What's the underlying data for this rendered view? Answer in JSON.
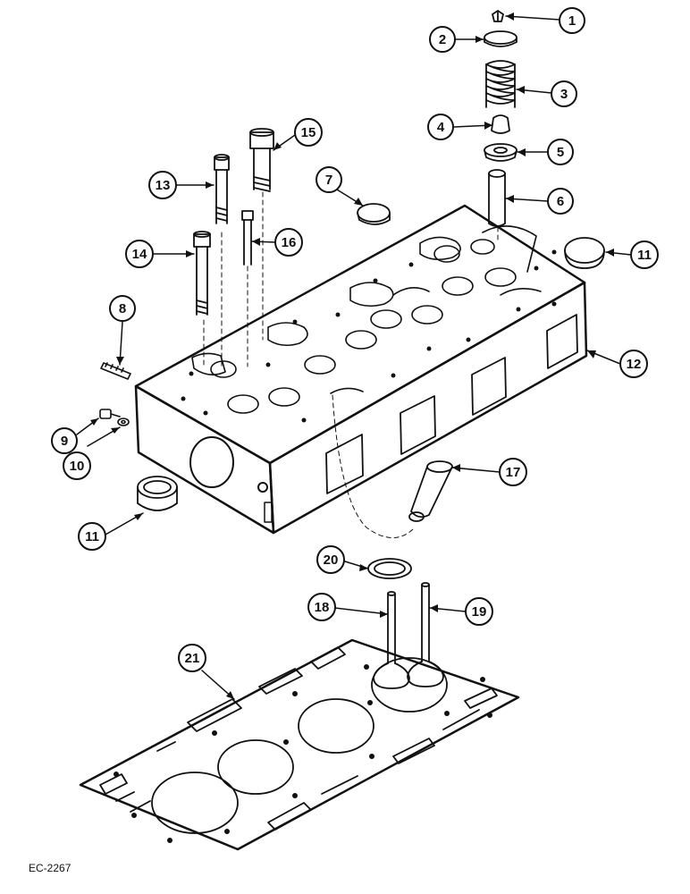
{
  "figure_reference": "EC-2267",
  "callouts": [
    {
      "id": "c1",
      "label": "1"
    },
    {
      "id": "c2",
      "label": "2"
    },
    {
      "id": "c3",
      "label": "3"
    },
    {
      "id": "c4",
      "label": "4"
    },
    {
      "id": "c5",
      "label": "5"
    },
    {
      "id": "c6",
      "label": "6"
    },
    {
      "id": "c7",
      "label": "7"
    },
    {
      "id": "c8",
      "label": "8"
    },
    {
      "id": "c9",
      "label": "9"
    },
    {
      "id": "c10",
      "label": "10"
    },
    {
      "id": "c11a",
      "label": "11"
    },
    {
      "id": "c11b",
      "label": "11"
    },
    {
      "id": "c12",
      "label": "12"
    },
    {
      "id": "c13",
      "label": "13"
    },
    {
      "id": "c14",
      "label": "14"
    },
    {
      "id": "c15",
      "label": "15"
    },
    {
      "id": "c16",
      "label": "16"
    },
    {
      "id": "c17",
      "label": "17"
    },
    {
      "id": "c18",
      "label": "18"
    },
    {
      "id": "c19",
      "label": "19"
    },
    {
      "id": "c20",
      "label": "20"
    },
    {
      "id": "c21",
      "label": "21"
    }
  ]
}
